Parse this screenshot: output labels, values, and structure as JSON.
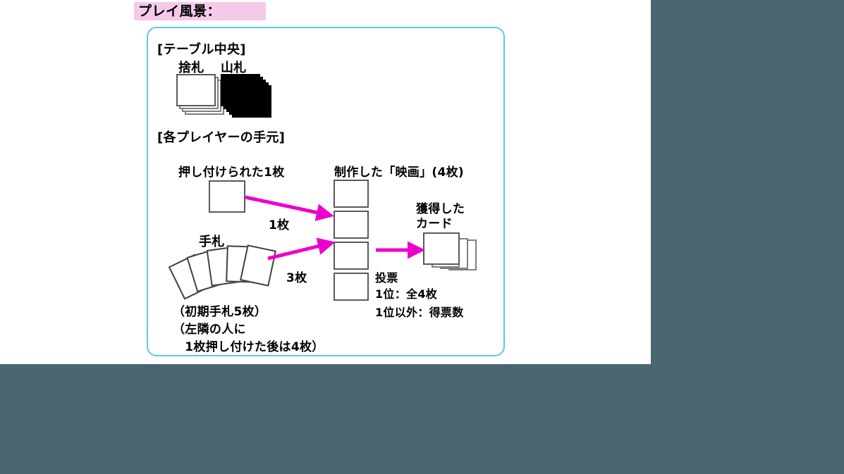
{
  "slide": {
    "title": "プレイ風景：",
    "title_highlight_color": "#f6c9ea",
    "panel_border_color": "#5ec8e8",
    "arrow_color": "#ee00cc",
    "background_color": "#4a6670"
  },
  "table_center": {
    "heading": "[テーブル中央]",
    "discard_label": "捨札",
    "deck_label": "山札",
    "discard_pile_count": 4,
    "deck_pile_count": 5
  },
  "player_area": {
    "heading": "[各プレイヤーの手元]",
    "forced_card_label": "押し付けられた1枚",
    "forced_card_count": 1,
    "movies_label": "制作した「映画」(4枚)",
    "movies_count": 4,
    "hand_label": "手札",
    "hand_card_count": 5,
    "acquired_label_line1": "獲得した",
    "acquired_label_line2": "カード",
    "acquired_count": 4
  },
  "arrows": {
    "from_forced_label": "1枚",
    "from_hand_label": "3枚"
  },
  "vote": {
    "heading": "投票",
    "rule_first": "1位：全4枚",
    "rule_other": "1位以外：得票数"
  },
  "notes": {
    "line1": "（初期手札5枚）",
    "line2": "（左隣の人に",
    "line3": "　1枚押し付けた後は4枚）"
  }
}
